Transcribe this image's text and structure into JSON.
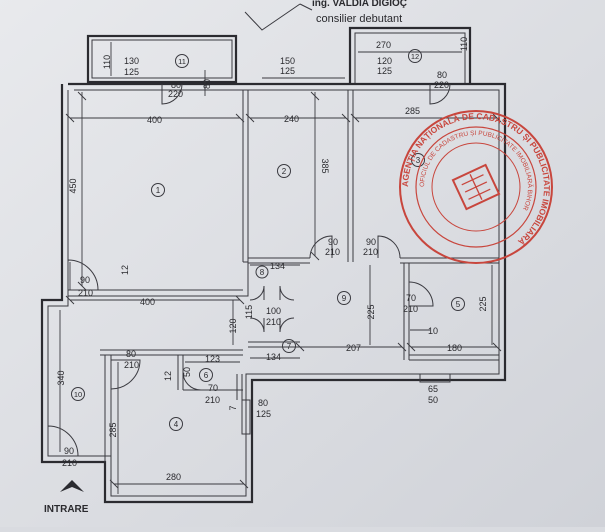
{
  "header": {
    "name_partial": "ing. VALDIA DIGIOÇ",
    "role": "consilier debutant"
  },
  "stamp": {
    "color": "#c8463d",
    "outer_text": "AGENȚIA NAȚIONALĂ DE CADASTRU ȘI PUBLICITATE IMOBILIARĂ",
    "inner_text": "OFICIUL DE CADASTRU ȘI PUBLICITATE IMOBILIARĂ BIHOR"
  },
  "entrance": {
    "label": "INTRARE"
  },
  "rooms": [
    {
      "id": "1",
      "label": "1"
    },
    {
      "id": "2",
      "label": "2"
    },
    {
      "id": "3",
      "label": "3"
    },
    {
      "id": "4",
      "label": "4"
    },
    {
      "id": "5",
      "label": "5"
    },
    {
      "id": "6",
      "label": "6"
    },
    {
      "id": "7",
      "label": "7"
    },
    {
      "id": "8",
      "label": "8"
    },
    {
      "id": "9",
      "label": "9"
    },
    {
      "id": "10",
      "label": "10"
    },
    {
      "id": "11",
      "label": "11"
    },
    {
      "id": "12",
      "label": "12"
    }
  ],
  "dimensions": {
    "d110_left": "110",
    "d130_125": [
      "130",
      "125"
    ],
    "d80_220_a": [
      "80",
      "220"
    ],
    "d80_v": "80",
    "d150_125": [
      "150",
      "125"
    ],
    "d270": "270",
    "d120_125": [
      "120",
      "125"
    ],
    "d80_220_b": [
      "80",
      "220"
    ],
    "d110_right": "110",
    "d400_top": "400",
    "d240": "240",
    "d285": "285",
    "d450": "450",
    "d385": "385",
    "d90_210_a": [
      "90",
      "210"
    ],
    "d90_210_b": [
      "90",
      "210"
    ],
    "d12_a": "12",
    "d134_a": "134",
    "d90_210_c": [
      "90",
      "210"
    ],
    "d400_mid": "400",
    "d100_210": [
      "100",
      "210"
    ],
    "d115": "115",
    "d225_a": "225",
    "d70_210_a": [
      "70",
      "210"
    ],
    "d10": "10",
    "d225_b": "225",
    "d120_v": "120",
    "d134_b": "134",
    "d207": "207",
    "d180": "180",
    "d340": "340",
    "d80_210": [
      "80",
      "210"
    ],
    "d12_b": "12",
    "d123": "123",
    "d50_v": "50",
    "d70_210_b": [
      "70",
      "210"
    ],
    "d7": "7",
    "d80_125": [
      "80",
      "125"
    ],
    "d65_50": [
      "65",
      "50"
    ],
    "d285_v": "285",
    "d280": "280",
    "d90_210_d": [
      "90",
      "210"
    ]
  }
}
